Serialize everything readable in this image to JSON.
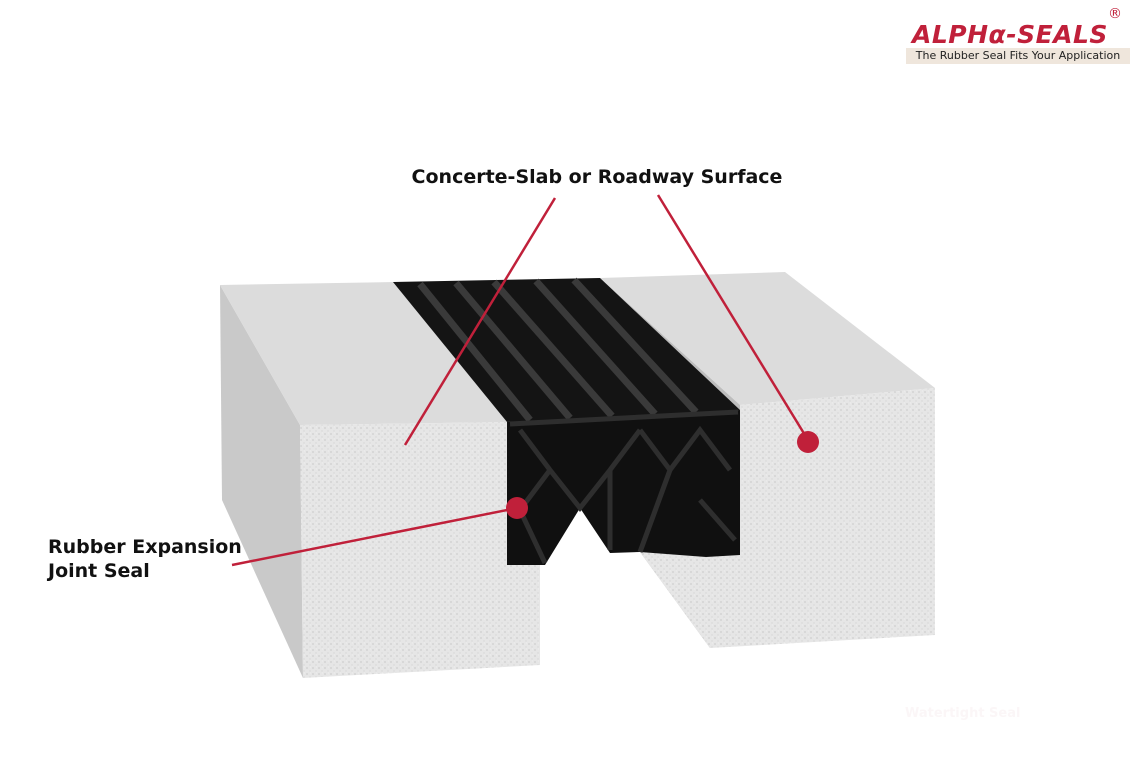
{
  "logo": {
    "name": "ALPHα-SEALS",
    "registered": "®",
    "tagline": "The Rubber Seal Fits Your Application"
  },
  "labels": {
    "surface": "Concerte-Slab or Roadway Surface",
    "seal_line1": "Rubber Expansion",
    "seal_line2": "Joint Seal",
    "watermark": "Watertight Seal"
  },
  "colors": {
    "accent": "#c0203a",
    "rubber": "#141414",
    "concrete": "#e3e3e3"
  }
}
